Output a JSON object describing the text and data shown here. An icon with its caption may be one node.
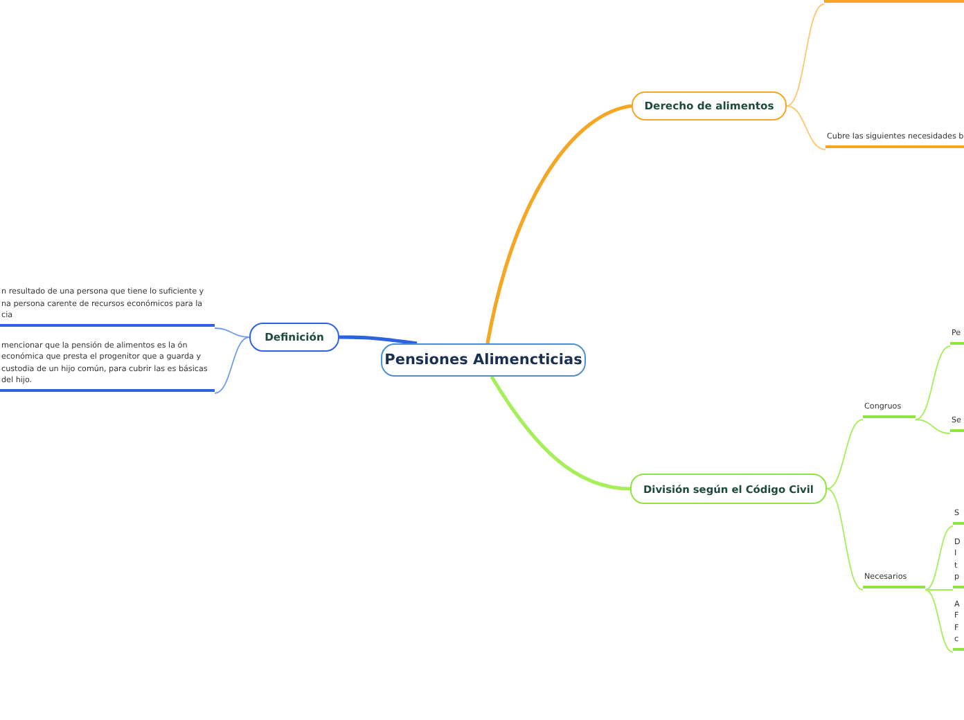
{
  "diagram": {
    "nodes": [
      {
        "text": [
          "Pensiones Alimencticias"
        ]
      },
      {
        "text": [
          "Derecho de alimentos"
        ]
      },
      {
        "text": [
          "Definición"
        ]
      },
      {
        "text": [
          "División según el Código Civil"
        ]
      },
      {
        "text": [
          "n resultado de una persona que tiene lo suficiente y na persona carente de recursos económicos para la cia"
        ]
      },
      {
        "text": [
          "mencionar que la pensión de alimentos es la ón económica que presta el progenitor que a guarda y custodia de un hijo común, para cubrir las es básicas del hijo."
        ]
      },
      {
        "text": [],
        "shape": "bar"
      },
      {
        "text": [
          "Cubre las siguientes necesidades b"
        ]
      },
      {
        "text": [
          "Congruos"
        ]
      },
      {
        "text": [
          "Necesarios"
        ]
      },
      {
        "text": [
          "Pe"
        ]
      },
      {
        "text": [
          "Se"
        ]
      },
      {
        "text": [
          "S"
        ]
      },
      {
        "text": [
          "D I t p"
        ]
      },
      {
        "text": [
          "A F F c"
        ]
      }
    ],
    "edges": [
      {
        "from": 0,
        "to": 1,
        "arrow": "none",
        "style": "thick",
        "color": "#f5a623"
      },
      {
        "from": 0,
        "to": 2,
        "arrow": "none",
        "style": "thick",
        "color": "#2d62e0"
      },
      {
        "from": 0,
        "to": 3,
        "arrow": "none",
        "style": "thick"
      },
      {
        "from": 2,
        "to": 4,
        "arrow": "none",
        "color": "#6f9cf0"
      },
      {
        "from": 2,
        "to": 5,
        "arrow": "none",
        "color": "#6f9cf0"
      },
      {
        "from": 1,
        "to": 6,
        "arrow": "none",
        "color": "#ffc66b"
      },
      {
        "from": 1,
        "to": 7,
        "arrow": "none",
        "color": "#ffc66b"
      },
      {
        "from": 3,
        "to": 8,
        "arrow": "none"
      },
      {
        "from": 3,
        "to": 9,
        "arrow": "none"
      },
      {
        "from": 8,
        "to": 10,
        "arrow": "none"
      },
      {
        "from": 8,
        "to": 11,
        "arrow": "none"
      },
      {
        "from": 9,
        "to": 12,
        "arrow": "none"
      },
      {
        "from": 9,
        "to": 13,
        "arrow": "none"
      },
      {
        "from": 9,
        "to": 14,
        "arrow": "none"
      }
    ]
  }
}
